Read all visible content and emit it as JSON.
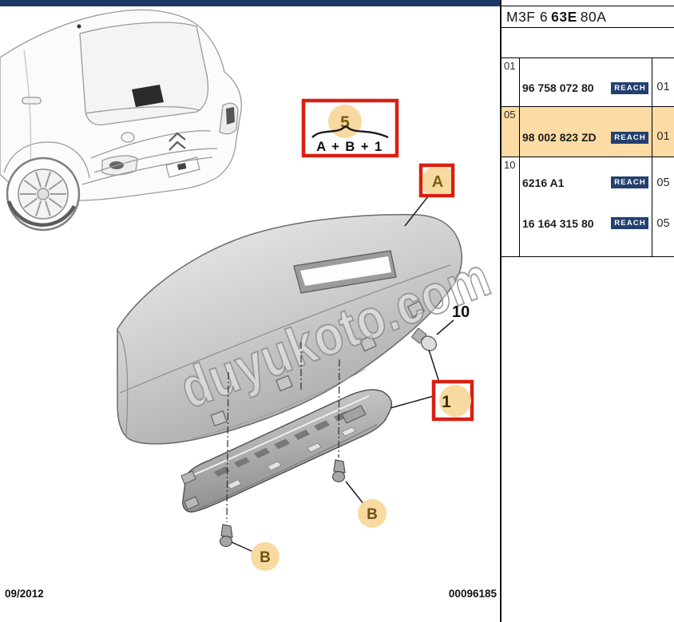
{
  "parts_table": {
    "plate_code": {
      "prefix": "M3F 6",
      "bold": "63E",
      "suffix": "80A"
    },
    "badge_label": "REACH",
    "rows": [
      {
        "index": "01",
        "part_number": "96 758 072 80",
        "qty": "01",
        "highlighted": false
      },
      {
        "index": "05",
        "part_number": "98 002 823 ZD",
        "qty": "01",
        "highlighted": true
      },
      {
        "index": "10",
        "lines": [
          {
            "part_number": "6216 A1",
            "qty": "05"
          },
          {
            "part_number": "16 164 315 80",
            "qty": "05"
          }
        ]
      }
    ]
  },
  "diagram": {
    "watermark": "duyukoto.com",
    "callouts": {
      "group_number": "5",
      "group_formula": "A + B + 1",
      "cover": "A",
      "lamp": "1",
      "bulb": "10",
      "screw_right": "B",
      "screw_left": "B"
    }
  },
  "footer": {
    "date": "09/2012",
    "doc_number": "00096185"
  },
  "colors": {
    "topbar_navy": "#1d3867",
    "badge_navy": "#23406e",
    "row_highlight": "#fcdca4",
    "accent_red": "#da1f12",
    "callout_tan": "#f8d9a0",
    "callout_text_brown": "#6d5212"
  }
}
